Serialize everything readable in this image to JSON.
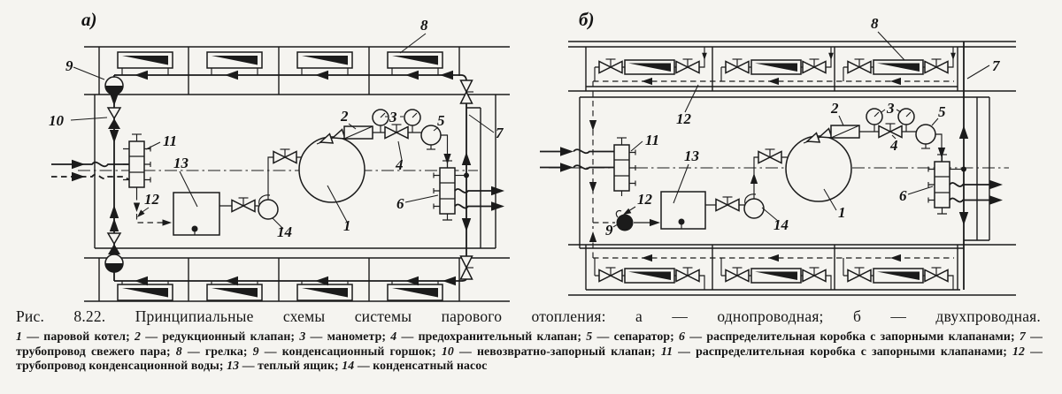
{
  "figure": {
    "caption": "Рис. 8.22. Принципиальные схемы системы парового отопления: а — однопроводная; б — двухпроводная.",
    "legend": {
      "items": [
        {
          "num": "1",
          "label": "паровой котел"
        },
        {
          "num": "2",
          "label": "редукционный клапан"
        },
        {
          "num": "3",
          "label": "манометр"
        },
        {
          "num": "4",
          "label": "предохранительный клапан"
        },
        {
          "num": "5",
          "label": "сепаратор"
        },
        {
          "num": "6",
          "label": "распределительная коробка с запорными клапанами"
        },
        {
          "num": "7",
          "label": "трубопровод свежего пара"
        },
        {
          "num": "8",
          "label": "грелка"
        },
        {
          "num": "9",
          "label": "конденсационный горшок"
        },
        {
          "num": "10",
          "label": "невозвратно-запорный клапан"
        },
        {
          "num": "11",
          "label": "распределительная коробка с запорными клапанами"
        },
        {
          "num": "12",
          "label": "трубопровод конденсационной воды"
        },
        {
          "num": "13",
          "label": "теплый ящик"
        },
        {
          "num": "14",
          "label": "конденсатный насос"
        }
      ]
    }
  },
  "diagram_a": {
    "tag": "а)",
    "callouts": {
      "n1": "1",
      "n2": "2",
      "n3": "3",
      "n4": "4",
      "n5": "5",
      "n6": "6",
      "n7": "7",
      "n8": "8",
      "n9": "9",
      "n10": "10",
      "n11": "11",
      "n12": "12",
      "n13": "13",
      "n14": "14"
    }
  },
  "diagram_b": {
    "tag": "б)",
    "callouts": {
      "n1": "1",
      "n2": "2",
      "n3": "3",
      "n4": "4",
      "n5": "5",
      "n6": "6",
      "n7": "7",
      "n8": "8",
      "n9": "9",
      "n11": "11",
      "n12_top": "12",
      "n12_mid": "12",
      "n13": "13",
      "n14": "14"
    }
  }
}
